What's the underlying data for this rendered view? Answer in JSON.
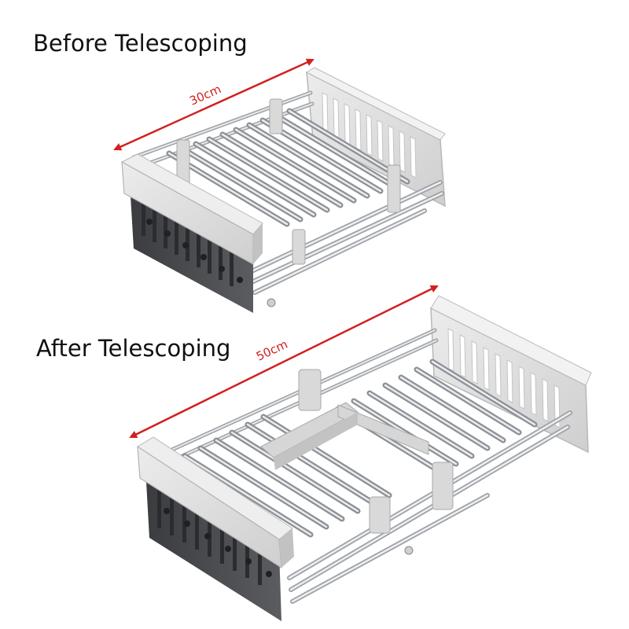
{
  "before": {
    "title": "Before Telescoping",
    "dimension": "30cm"
  },
  "after": {
    "title": "After Telescoping",
    "dimension": "50cm"
  },
  "colors": {
    "arrow": "#d21f1f",
    "frame": "#dcdcdc",
    "frame_shadow": "#a9a9a9",
    "steel": "#c9ccd0",
    "dark_side": "#45474b",
    "background": "#ffffff"
  },
  "items": [
    {
      "name": "dish-drainer-basket-compact",
      "state": "collapsed"
    },
    {
      "name": "dish-drainer-basket-extended",
      "state": "extended"
    }
  ]
}
